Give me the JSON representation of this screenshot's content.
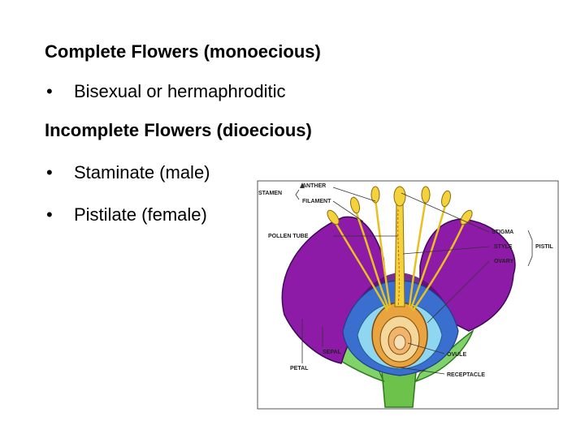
{
  "slide": {
    "heading1": "Complete Flowers (monoecious)",
    "bullet1": "Bisexual or hermaphroditic",
    "heading2": "Incomplete Flowers (dioecious)",
    "bullet2": "Staminate (male)",
    "bullet3": "Pistilate (female)",
    "bullet_symbol": "•"
  },
  "diagram": {
    "labels": {
      "stamen": "STAMEN",
      "anther": "ANTHER",
      "filament": "FILAMENT",
      "pollen_tube": "POLLEN TUBE",
      "stigma": "STIGMA",
      "style": "STYLE",
      "pistil": "PISTIL",
      "ovary": "OVARY",
      "sepal": "SEPAL",
      "petal": "PETAL",
      "ovule": "OVULE",
      "receptacle": "RECEPTACLE"
    },
    "colors": {
      "petal": "#8e1aa8",
      "petal_dark": "#5a0f78",
      "inner_blue": "#3a6fd0",
      "stamen_yellow": "#f3d23c",
      "ovary_orange": "#e9a440",
      "sepal_green": "#7fd36a",
      "stem_green": "#6cc24a",
      "receptacle_cyan": "#8fd6f0"
    }
  }
}
